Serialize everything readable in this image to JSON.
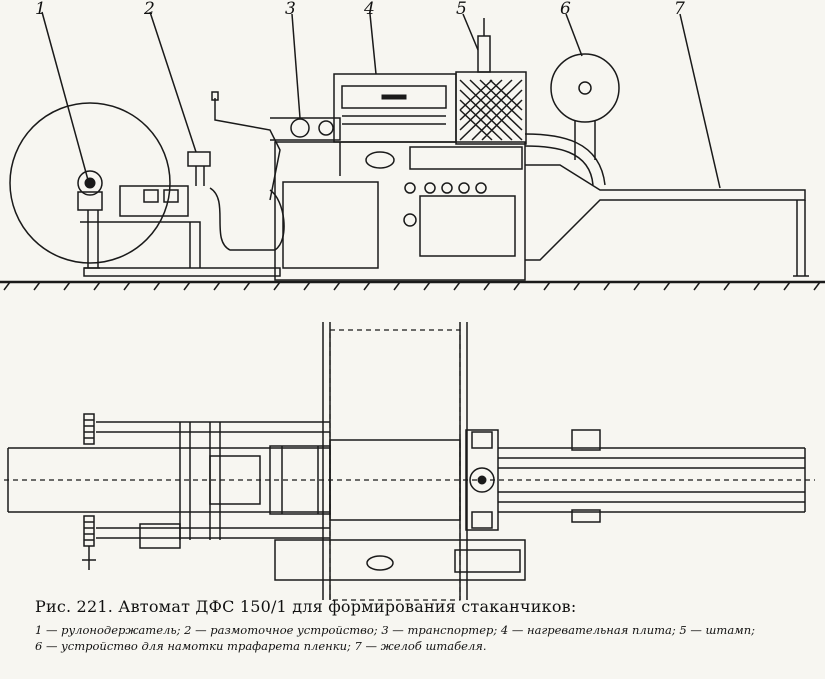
{
  "figure": {
    "callouts": [
      "1",
      "2",
      "3",
      "4",
      "5",
      "6",
      "7"
    ],
    "caption_title": "Рис. 221. Автомат ДФС 150/1 для формирования стаканчиков:",
    "legend_line1": "1 — рулонодержатель; 2 — размоточное устройство; 3 — транспортер; 4 — нагревательная плита; 5 — штамп;",
    "legend_line2": "6 — устройство для намотки трафарета пленки; 7 — желоб штабеля."
  }
}
